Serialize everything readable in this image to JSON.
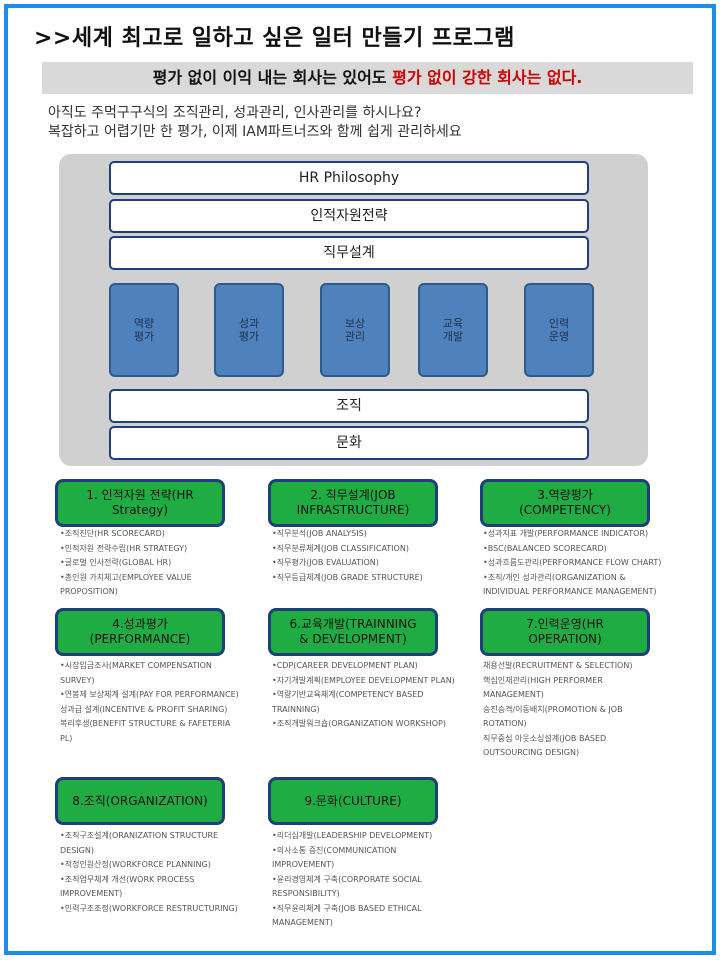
{
  "title": ">>세계 최고로 일하고 싶은 일터 만들기 프로그램",
  "banner": {
    "prefix": "평가 없이 이익 내는 회사는 있어도 ",
    "highlight": "평가 없이 강한 회사는 없다."
  },
  "intro": [
    "아직도 주먹구구식의 조직관리, 성과관리, 인사관리를 하시나요?",
    "복잡하고 어렵기만 한 평가, 이제 IAM파트너즈와 함께 쉽게 관리하세요"
  ],
  "diagram": {
    "top_bars": [
      "HR Philosophy",
      "인적자원전략",
      "직무설계"
    ],
    "pillars": [
      "역량\n평가",
      "성과\n평가",
      "보상\n관리",
      "교육\n개발",
      "인력\n운영"
    ],
    "bottom_bars": [
      "조직",
      "문화"
    ]
  },
  "programs": [
    {
      "title": "1. 인적자원 전략(HR\nStrategy)",
      "items": [
        "•조직진단(HR SCORECARD)",
        "•인적자원 전략수립(HR STRATEGY)",
        "•글로벌 인사전략(GLOBAL HR)",
        "•총인원 가치체고(EMPLOYEE VALUE PROPOSITION)"
      ]
    },
    {
      "title": "2. 직무설계(JOB\nINFRASTRUCTURE)",
      "items": [
        "•직무분석(JOB ANALYSIS)",
        "•직무분류체계(JOB CLASSIFICATION)",
        "•직무평가(JOB EVALUATION)",
        "•직무등급체계(JOB GRADE STRUCTURE)"
      ]
    },
    {
      "title": "3.역량평가\n(COMPETENCY)",
      "items": [
        "•성과지표 개발(PERFORMANCE INDICATOR)",
        "•BSC(BALANCED SCORECARD)",
        "•성과흐름도관리(PERFORMANCE FLOW CHART)",
        "•조직/개인 성과관리(ORGANIZATION & INDIVIDUAL PERFORMANCE MANAGEMENT)"
      ]
    },
    {
      "title": "4.성과평가\n(PERFORMANCE)",
      "items": [
        "•시장임금조사(MARKET COMPENSATION SURVEY)",
        "•연봉제 보상체계 설계(PAY FOR PERFORMANCE)",
        "성과급 설계(INCENTIVE & PROFIT SHARING)",
        "복리후생(BENEFIT STRUCTURE & FAFETERIA PL)"
      ]
    },
    {
      "title": "6.교육개발(TRAINNING\n& DEVELOPMENT)",
      "items": [
        "•CDP(CAREER DEVELOPMENT PLAN)",
        "•자기개발계획(EMPLOYEE DEVELOPMENT PLAN)",
        "•역량기반교육체계(COMPETENCY BASED TRAINNING)",
        "•조직개발워크숍(ORGANIZATION WORKSHOP)"
      ]
    },
    {
      "title": "7.인력운영(HR\nOPERATION)",
      "items": [
        "채용선발(RECRUITMENT & SELECTION)",
        "핵심인재관리(HIGH PERFORMER MANAGEMENT)",
        "승진승격/이동배치(PROMOTION & JOB ROTATION)",
        "직무중심 아웃소싱설계(JOB BASED OUTSOURCING DESIGN)"
      ]
    },
    {
      "title": "8.조직(ORGANIZATION)",
      "items": [
        "•조직구조설계(ORANIZATION STRUCTURE DESIGN)",
        "•적정인원산정(WORKFORCE PLANNING)",
        "•조직업무체계 개선(WORK PROCESS IMPROVEMENT)",
        "•인력구조조정(WORKFORCE RESTRUCTURING)"
      ]
    },
    {
      "title": "9.문화(CULTURE)",
      "items": [
        "•리더십개발(LEADERSHIP DEVELOPMENT)",
        "•의사소통 증진(COMMUNICATION IMPROVEMENT)",
        "•윤리경영체계 구축(CORPORATE SOCIAL RESPONSIBILITY)",
        "•직무윤리체계 구축(JOB BASED ETHICAL MANAGEMENT)"
      ]
    }
  ]
}
